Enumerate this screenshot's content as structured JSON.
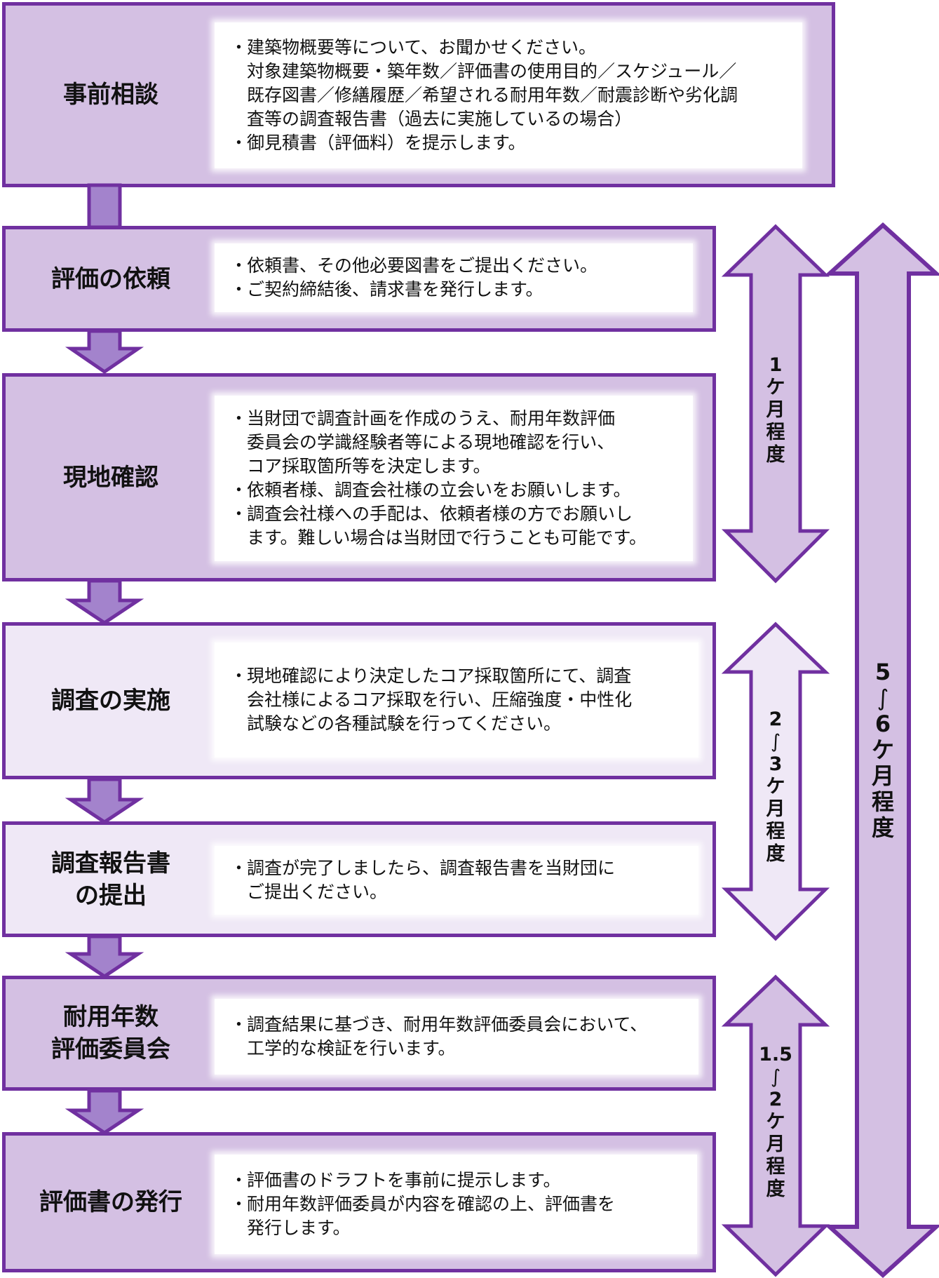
{
  "title": "耐用年数評価の流れ",
  "colors": {
    "border": "#7030a0",
    "fill": "#d4c0e3",
    "fill_light": "#efe8f6",
    "connector_fill": "#a383cc",
    "panel": "#ffffff"
  },
  "steps": [
    {
      "title": "事前相談",
      "items": [
        [
          "建築物概要等について、お聞かせください。",
          "対象建築物概要・築年数／評価書の使用目的／スケジュール／",
          "既存図書／修繕履歴／希望される耐用年数／耐震診断や劣化調",
          "査等の調査報告書（過去に実施しているの場合）"
        ],
        [
          "御見積書（評価料）を提示します。"
        ]
      ]
    },
    {
      "title": "評価の依頼",
      "items": [
        [
          "依頼書、その他必要図書をご提出ください。"
        ],
        [
          "ご契約締結後、請求書を発行します。"
        ]
      ]
    },
    {
      "title": "現地確認",
      "items": [
        [
          "当財団で調査計画を作成のうえ、耐用年数評価",
          "委員会の学識経験者等による現地確認を行い、",
          "コア採取箇所等を決定します。"
        ],
        [
          "依頼者様、調査会社様の立会いをお願いします。"
        ],
        [
          "調査会社様への手配は、依頼者様の方でお願いし",
          "ます。難しい場合は当財団で行うことも可能です。"
        ]
      ]
    },
    {
      "title": "調査の実施",
      "items": [
        [
          "現地確認により決定したコア採取箇所にて、調査",
          "会社様によるコア採取を行い、圧縮強度・中性化",
          "試験などの各種試験を行ってください。"
        ]
      ]
    },
    {
      "title": "調査報告書\nの提出",
      "items": [
        [
          "調査が完了しましたら、調査報告書を当財団に",
          "ご提出ください。"
        ]
      ]
    },
    {
      "title": "耐用年数\n評価委員会",
      "items": [
        [
          "調査結果に基づき、耐用年数評価委員会において、",
          "工学的な検証を行います。"
        ]
      ]
    },
    {
      "title": "評価書の発行",
      "items": [
        [
          "評価書のドラフトを事前に提示します。"
        ],
        [
          "耐用年数評価委員が内容を確認の上、評価書を",
          "発行します。"
        ]
      ]
    }
  ],
  "bullet": "・",
  "durations": [
    {
      "label": [
        "1",
        "ケ",
        "月",
        "程",
        "度"
      ],
      "spans_steps": [
        "評価の依頼",
        "現地確認"
      ]
    },
    {
      "label": [
        "2",
        "～",
        "3",
        "ケ",
        "月",
        "程",
        "度"
      ],
      "spans_steps": [
        "調査の実施",
        "調査報告書の提出"
      ]
    },
    {
      "label": [
        "1.5",
        "～",
        "2",
        "ケ",
        "月",
        "程",
        "度"
      ],
      "spans_steps": [
        "耐用年数評価委員会",
        "評価書の発行"
      ]
    },
    {
      "label": [
        "5",
        "～",
        "6",
        "ケ",
        "月",
        "程",
        "度"
      ],
      "spans_steps": [
        "評価の依頼",
        "評価書の発行"
      ]
    }
  ]
}
